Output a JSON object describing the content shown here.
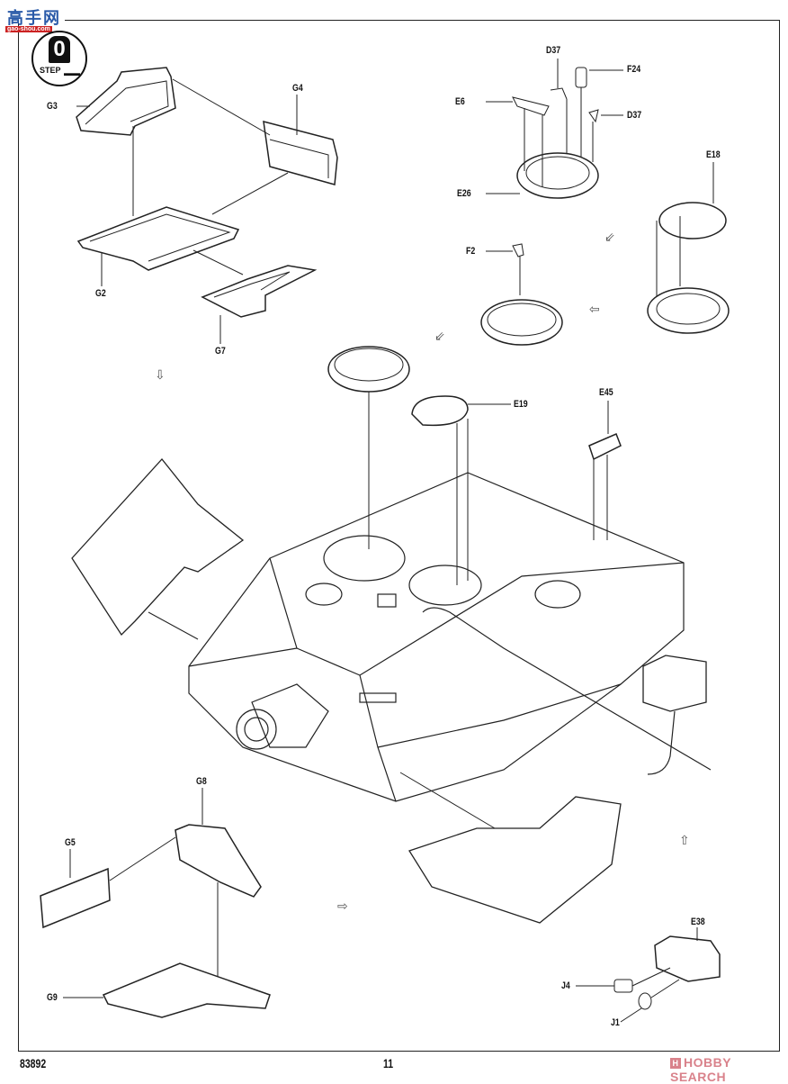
{
  "header": {
    "site_logo_text": "高手网",
    "site_logo_url": "gao-shou.com",
    "step_number": "0",
    "step_label": "STEP"
  },
  "parts": {
    "g3": "G3",
    "g4": "G4",
    "g2": "G2",
    "g7": "G7",
    "d37_top": "D37",
    "f24": "F24",
    "e6": "E6",
    "d37_side": "D37",
    "e26": "E26",
    "e18": "E18",
    "f2": "F2",
    "e19": "E19",
    "e45": "E45",
    "g8": "G8",
    "g5": "G5",
    "g9": "G9",
    "e38": "E38",
    "j4": "J4",
    "j1": "J1"
  },
  "footer": {
    "product_code": "83892",
    "page_number": "11",
    "watermark_icon": "H",
    "watermark_text": "HOBBY SEARCH"
  },
  "colors": {
    "line": "#222222",
    "watermark": "#d9828b",
    "logo_blue": "#2a5aa8",
    "logo_red": "#cc2222"
  }
}
